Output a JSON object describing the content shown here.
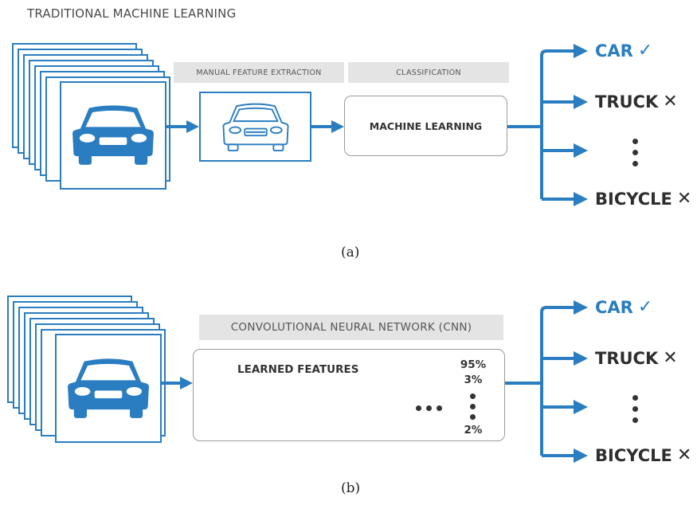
{
  "colors": {
    "accent": "#2a7dc0",
    "box_border": "#9a9a9a",
    "label_bg": "#e4e4e4",
    "text": "#333333"
  },
  "panel_a": {
    "title": "TRADITIONAL MACHINE LEARNING",
    "feature_label": "MANUAL FEATURE EXTRACTION",
    "classification_label": "CLASSIFICATION",
    "ml_box": "MACHINE LEARNING",
    "caption": "(a)",
    "outputs": [
      {
        "label": "CAR",
        "mark": "✓",
        "icon": "check-icon"
      },
      {
        "label": "TRUCK",
        "mark": "✕",
        "icon": "x-icon"
      },
      {
        "label": "BICYCLE",
        "mark": "✕",
        "icon": "x-icon"
      }
    ]
  },
  "panel_b": {
    "cnn_label": "CONVOLUTIONAL NEURAL NETWORK (CNN)",
    "learned_features": "LEARNED FEATURES",
    "probabilities": [
      "95%",
      "3%",
      "2%"
    ],
    "caption": "(b)",
    "outputs": [
      {
        "label": "CAR",
        "mark": "✓",
        "icon": "check-icon"
      },
      {
        "label": "TRUCK",
        "mark": "✕",
        "icon": "x-icon"
      },
      {
        "label": "BICYCLE",
        "mark": "✕",
        "icon": "x-icon"
      }
    ]
  }
}
